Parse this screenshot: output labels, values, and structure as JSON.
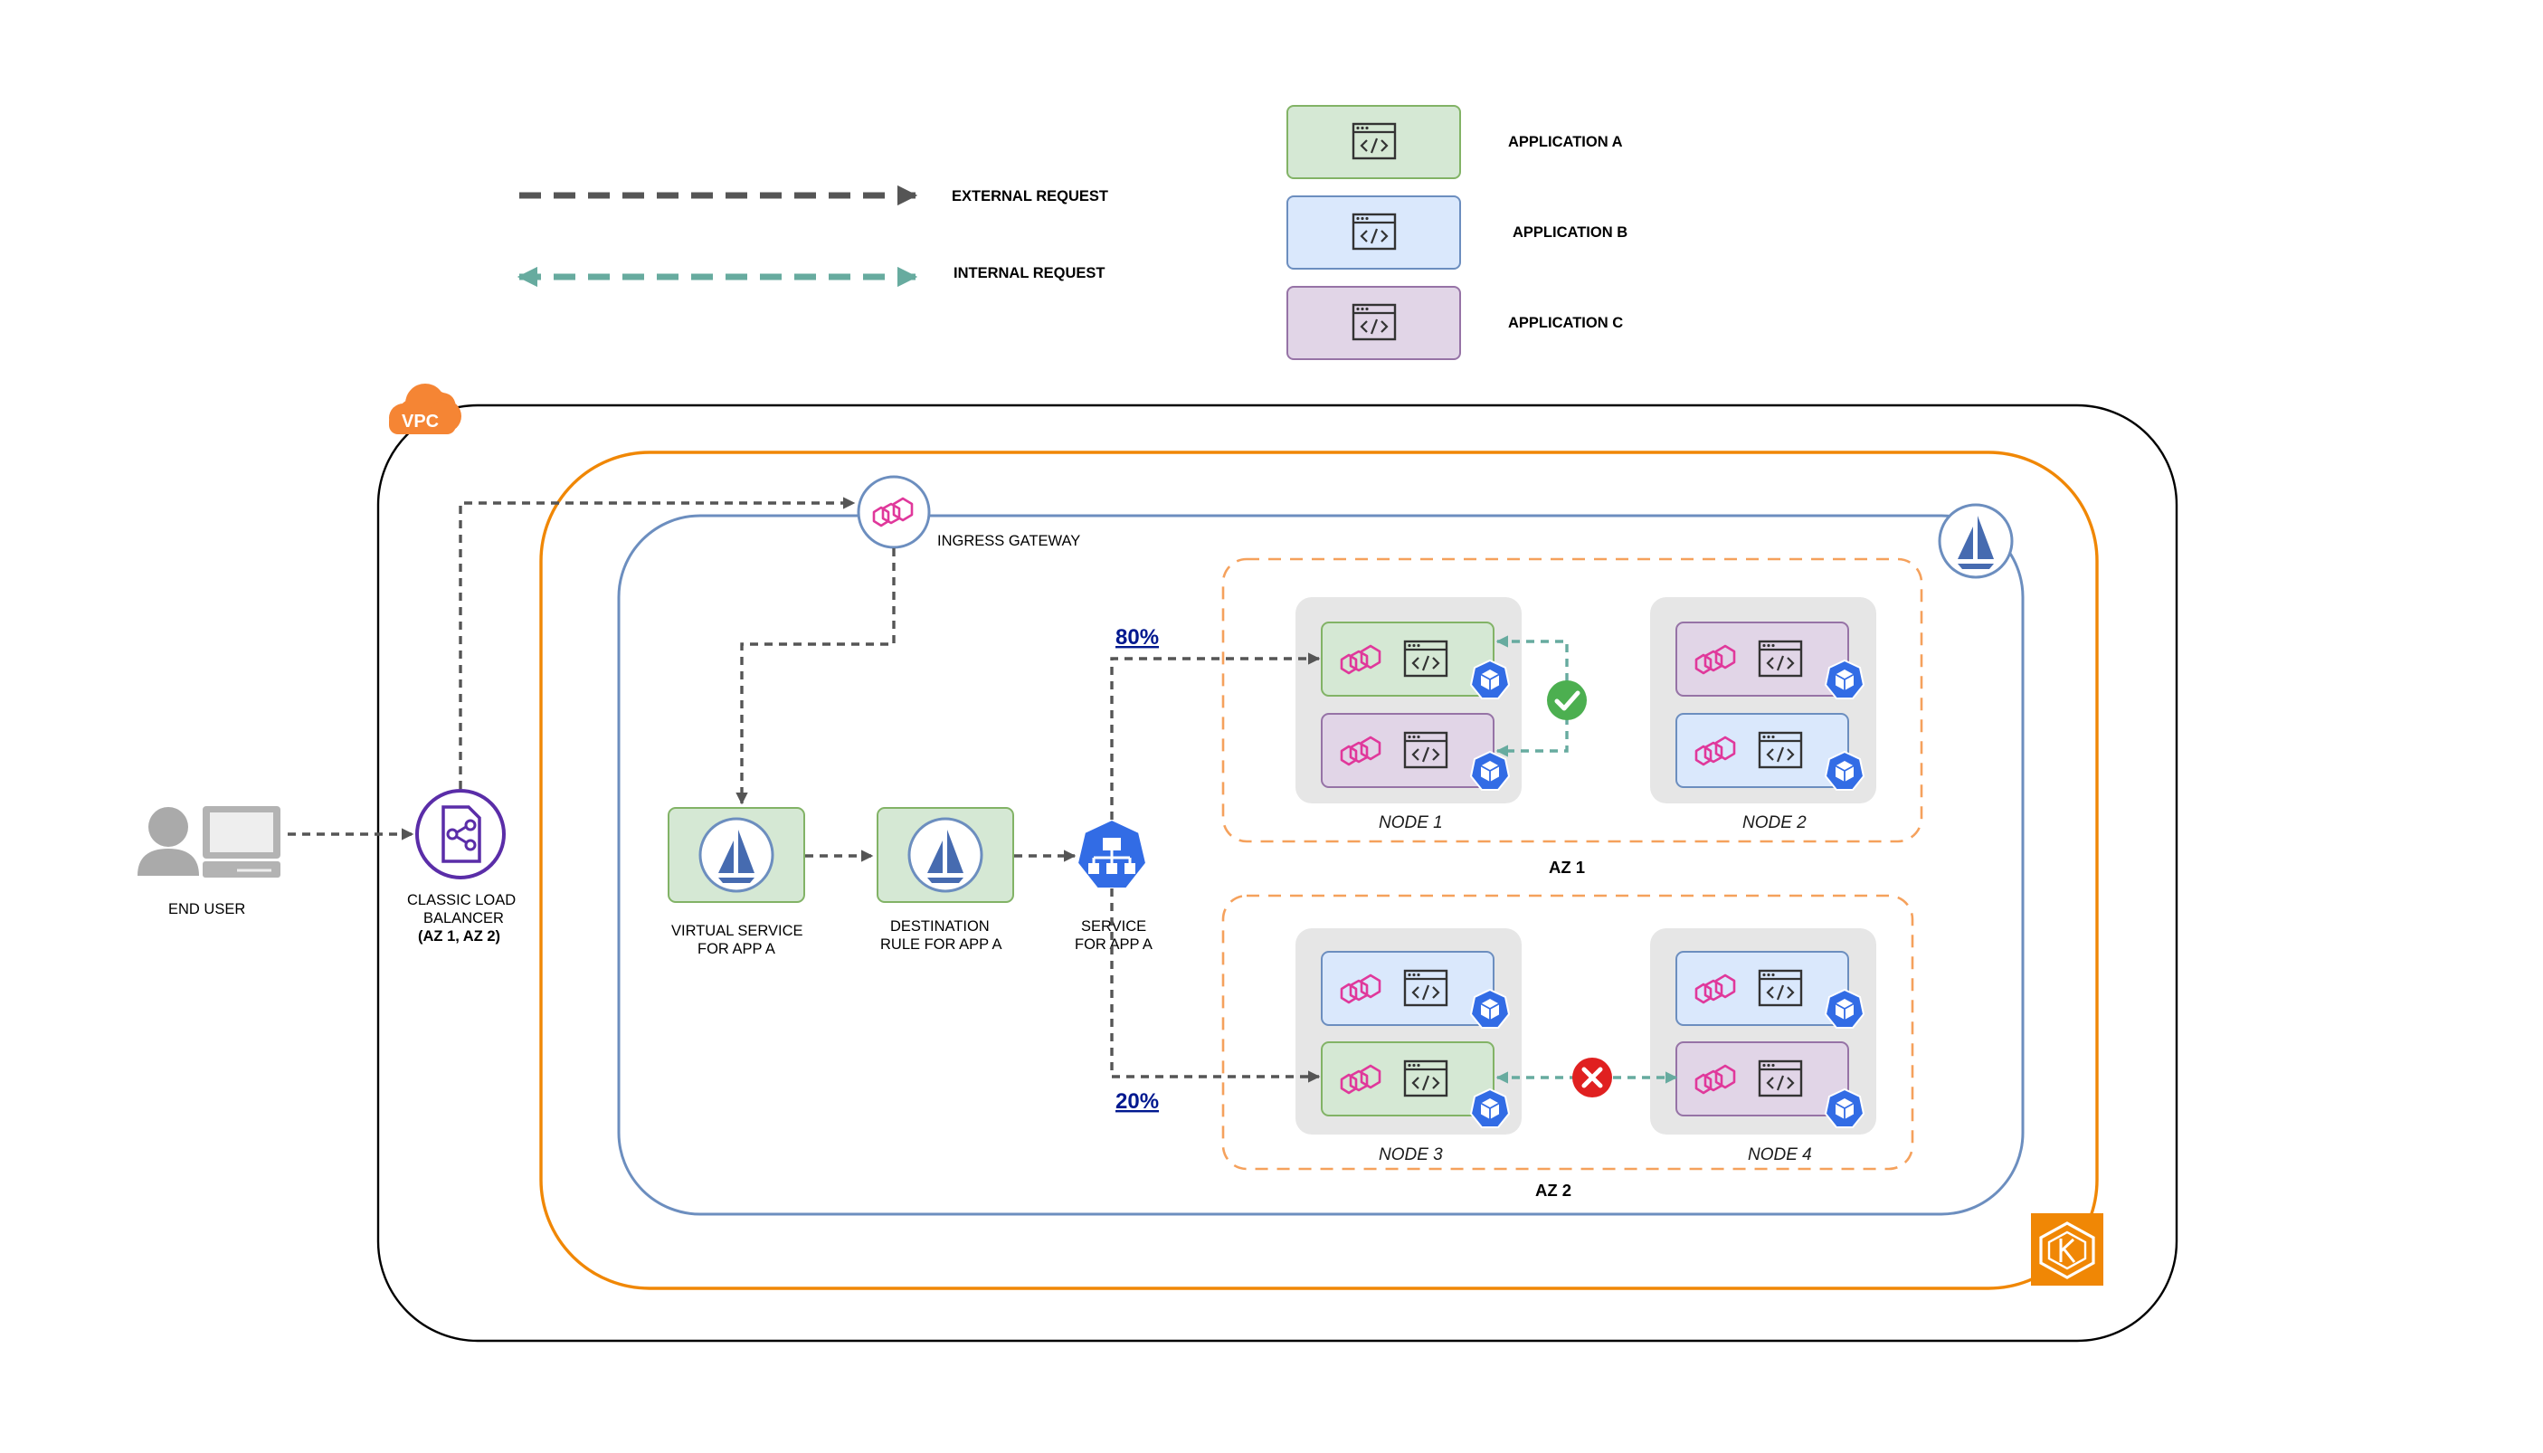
{
  "legend": {
    "external_request": "EXTERNAL REQUEST",
    "internal_request": "INTERNAL REQUEST",
    "application_a": "APPLICATION A",
    "application_b": "APPLICATION B",
    "application_c": "APPLICATION C"
  },
  "vpc": {
    "badge": "VPC"
  },
  "end_user": {
    "label": "END USER"
  },
  "load_balancer": {
    "line1": "CLASSIC LOAD",
    "line2": "BALANCER",
    "line3": "(AZ 1, AZ 2)"
  },
  "ingress_gateway": {
    "label": "INGRESS GATEWAY"
  },
  "virtual_service": {
    "line1": "VIRTUAL SERVICE",
    "line2": "FOR APP A"
  },
  "destination_rule": {
    "line1": "DESTINATION",
    "line2": "RULE FOR APP A"
  },
  "service": {
    "line1": "SERVICE",
    "line2": "FOR APP A"
  },
  "traffic": {
    "az1_weight": "80%",
    "az2_weight": "20%"
  },
  "zones": {
    "az1": "AZ 1",
    "az2": "AZ 2"
  },
  "nodes": {
    "node1": "NODE 1",
    "node2": "NODE 2",
    "node3": "NODE 3",
    "node4": "NODE 4"
  },
  "colors": {
    "app_a_fill": "#d5e8d4",
    "app_a_stroke": "#82b366",
    "app_b_fill": "#dae8fc",
    "app_b_stroke": "#6c8ebf",
    "app_c_fill": "#e1d5e7",
    "app_c_stroke": "#9673a6",
    "external_arrow": "#555555",
    "internal_arrow": "#67ab9f",
    "eks_border": "#f08705",
    "mesh_border": "#6c8ebf",
    "az_border": "#f5a15c",
    "envoy": "#e0389b",
    "kube": "#326ce5",
    "elb": "#5a2da8",
    "success": "#4caf50",
    "failure": "#e02020"
  },
  "icons": {
    "code_window": "code-window-icon",
    "envoy": "envoy-icon",
    "kube_pod": "kubernetes-pod-icon",
    "istio": "istio-icon",
    "elb": "classic-load-balancer-icon",
    "service": "kubernetes-service-icon",
    "eks": "eks-icon",
    "user": "user-icon",
    "computer": "computer-icon",
    "success": "success-check-icon",
    "failure": "failure-cross-icon"
  }
}
